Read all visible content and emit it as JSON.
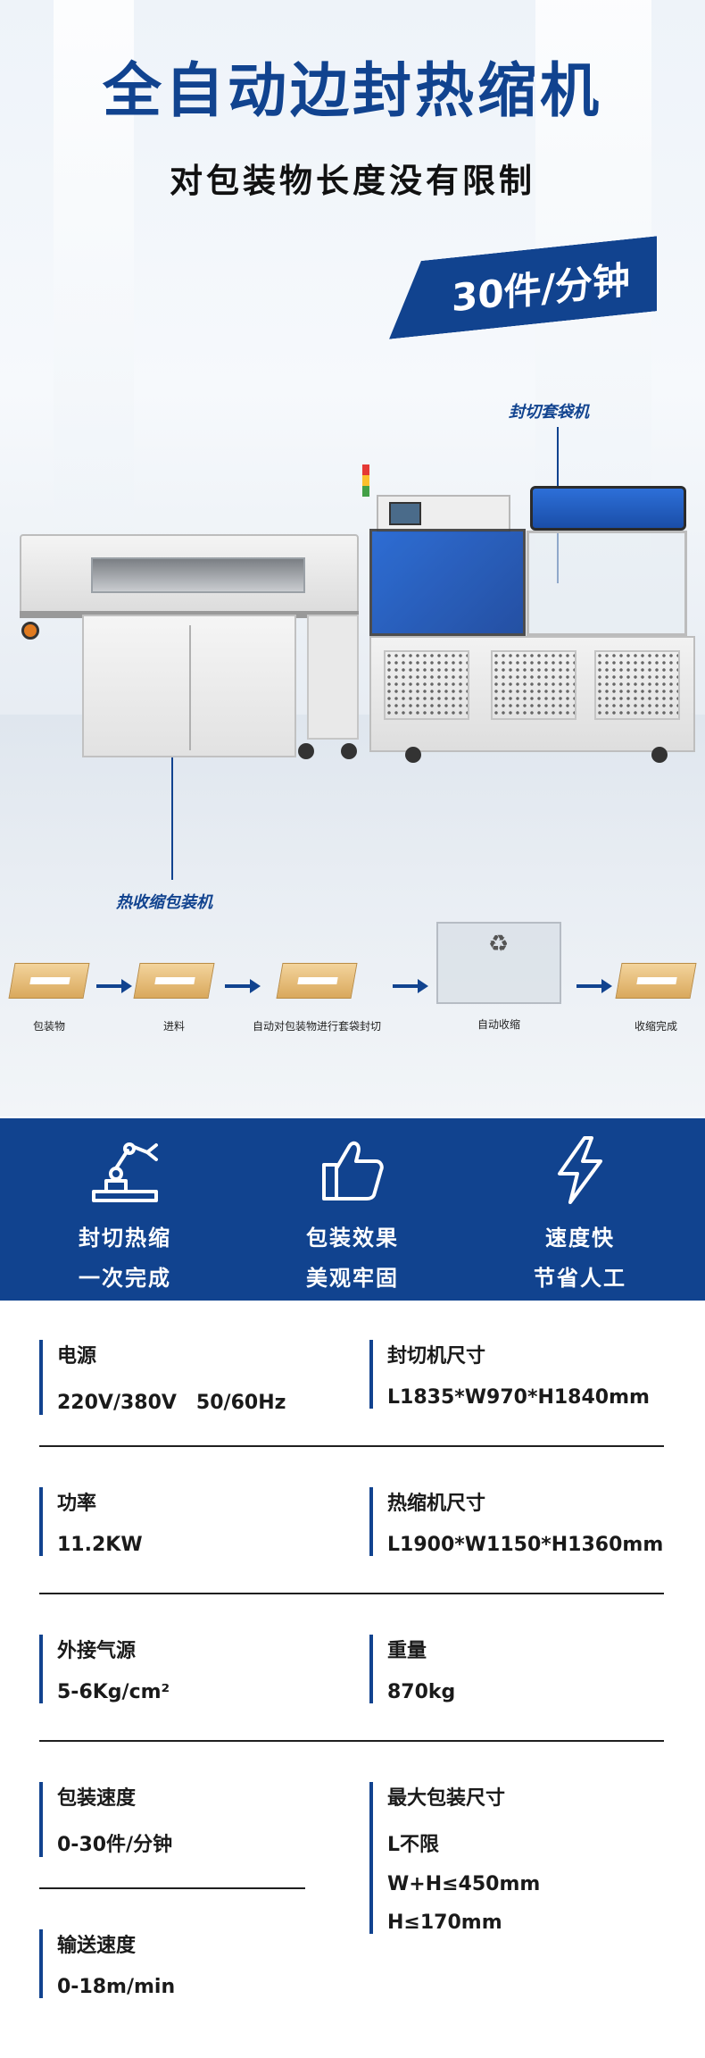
{
  "hero": {
    "title": "全自动边封热缩机",
    "subtitle": "对包装物长度没有限制",
    "speed": "30件/分钟",
    "callout_sealer": "封切套袋机",
    "callout_shrink": "热收缩包装机"
  },
  "process": {
    "steps": [
      {
        "label": "包装物"
      },
      {
        "label": "进料"
      },
      {
        "label": "自动对包装物进行套袋封切"
      },
      {
        "label": "自动收缩"
      },
      {
        "label": "收缩完成"
      }
    ],
    "recycle_symbol": "♻",
    "box_brand_icon": "carton-box-icon"
  },
  "features": [
    {
      "icon": "robot-arm-icon",
      "line1": "封切热缩",
      "line2": "一次完成"
    },
    {
      "icon": "thumbs-up-icon",
      "line1": "包装效果",
      "line2": "美观牢固"
    },
    {
      "icon": "lightning-icon",
      "line1": "速度快",
      "line2": "节省人工"
    }
  ],
  "specs": {
    "power_source": {
      "key": "电源",
      "value": "220V/380V　50/60Hz"
    },
    "sealer_size": {
      "key": "封切机尺寸",
      "value": "L1835*W970*H1840mm"
    },
    "power": {
      "key": "功率",
      "value": "11.2KW"
    },
    "shrink_size": {
      "key": "热缩机尺寸",
      "value": "L1900*W1150*H1360mm"
    },
    "air": {
      "key": "外接气源",
      "value": "5-6Kg/cm²"
    },
    "weight": {
      "key": "重量",
      "value": "870kg"
    },
    "pack_speed": {
      "key": "包装速度",
      "value": "0-30件/分钟"
    },
    "max_size": {
      "key": "最大包装尺寸",
      "lines": [
        "L不限",
        "W+H≤450mm",
        "H≤170mm"
      ]
    },
    "convey_speed": {
      "key": "输送速度",
      "value": "0-18m/min"
    }
  },
  "colors": {
    "brand_blue": "#11438f",
    "box_tan": "#e3b874"
  }
}
